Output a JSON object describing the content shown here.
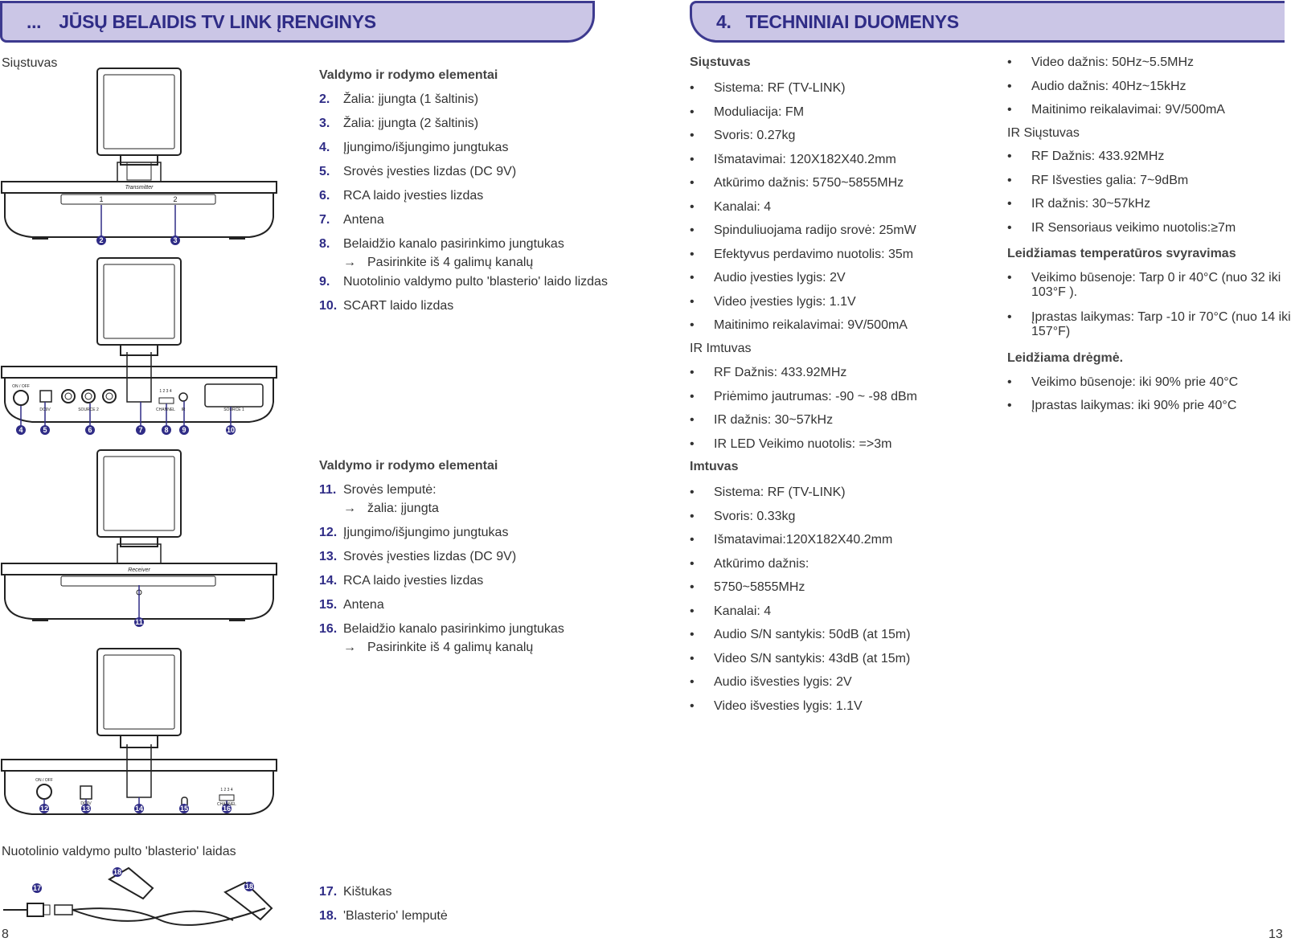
{
  "left_header": {
    "num": "...",
    "title": "JŪSŲ BELAIDIS TV LINK ĮRENGINYS"
  },
  "right_header": {
    "num": "4.",
    "title": "TECHNINIAI DUOMENYS"
  },
  "left": {
    "transmitter_label": "Siųstuvas",
    "section1_title": "Valdymo ir rodymo elementai",
    "section1_items": [
      {
        "n": "2.",
        "t": "Žalia: įjungta (1 šaltinis)"
      },
      {
        "n": "3.",
        "t": "Žalia: įjungta (2 šaltinis)"
      },
      {
        "n": "4.",
        "t": "Įjungimo/išjungimo jungtukas"
      },
      {
        "n": "5.",
        "t": "Srovės įvesties lizdas (DC 9V)"
      },
      {
        "n": "6.",
        "t": "RCA laido įvesties lizdas"
      },
      {
        "n": "7.",
        "t": "Antena"
      },
      {
        "n": "8.",
        "t": "Belaidžio kanalo pasirinkimo jungtukas"
      },
      {
        "n": "9.",
        "t": "Nuotolinio valdymo pulto 'blasterio' laido lizdas"
      },
      {
        "n": "10.",
        "t": "SCART laido lizdas"
      }
    ],
    "section1_sub8": "Pasirinkite iš 4 galimų kanalų",
    "section2_title": "Valdymo ir rodymo elementai",
    "section2_items": [
      {
        "n": "11.",
        "t": "Srovės lemputė:"
      },
      {
        "n": "12.",
        "t": "Įjungimo/išjungimo jungtukas"
      },
      {
        "n": "13.",
        "t": "Srovės įvesties lizdas (DC 9V)"
      },
      {
        "n": "14.",
        "t": "RCA laido įvesties lizdas"
      },
      {
        "n": "15.",
        "t": "Antena"
      },
      {
        "n": "16.",
        "t": "Belaidžio kanalo pasirinkimo jungtukas"
      }
    ],
    "section2_sub11": "žalia: įjungta",
    "section2_sub16": "Pasirinkite iš 4 galimų kanalų",
    "blaster_label": "Nuotolinio valdymo pulto 'blasterio' laidas",
    "section3_items": [
      {
        "n": "17.",
        "t": "Kištukas"
      },
      {
        "n": "18.",
        "t": "'Blasterio' lemputė"
      }
    ],
    "arrow": "→",
    "device_transmitter_text": "Transmitter",
    "device_receiver_text": "Receiver",
    "port_labels": {
      "onoff": "ON / OFF",
      "dc": "DC9V",
      "source2": "SOURCE 2",
      "channel": "CHANNEL",
      "ir": "IR",
      "source1": "SOURCE 1",
      "channel_nums": "1 2 3 4"
    },
    "callouts": [
      "2",
      "3",
      "4",
      "5",
      "6",
      "7",
      "8",
      "9",
      "10",
      "11",
      "12",
      "13",
      "14",
      "15",
      "16",
      "17",
      "18"
    ],
    "page_no": "8"
  },
  "right": {
    "transmitter_title": "Siųstuvas",
    "transmitter_specs": [
      "Sistema: RF (TV-LINK)",
      "Moduliacija: FM",
      "Svoris: 0.27kg",
      "Išmatavimai: 120X182X40.2mm",
      "Atkūrimo dažnis: 5750~5855MHz",
      "Kanalai: 4",
      "Spinduliuojama radijo srovė: 25mW",
      "Efektyvus perdavimo nuotolis: 35m",
      "Audio įvesties lygis: 2V",
      "Video įvesties lygis: 1.1V",
      "Maitinimo reikalavimai: 9V/500mA"
    ],
    "ir_receiver_title": "IR Imtuvas",
    "ir_receiver_specs": [
      "RF Dažnis: 433.92MHz",
      "Priėmimo jautrumas: -90 ~ -98 dBm",
      "IR dažnis: 30~57kHz",
      "IR LED Veikimo nuotolis: =>3m"
    ],
    "receiver_title": "Imtuvas",
    "receiver_specs": [
      "Sistema: RF (TV-LINK)",
      "Svoris: 0.33kg",
      "Išmatavimai:120X182X40.2mm",
      "Atkūrimo dažnis:",
      "5750~5855MHz",
      "Kanalai: 4",
      "Audio S/N santykis: 50dB (at 15m)",
      "Video S/N santykis: 43dB (at 15m)",
      "Audio išvesties lygis: 2V",
      "Video išvesties lygis: 1.1V"
    ],
    "col2_specs": [
      "Video dažnis: 50Hz~5.5MHz",
      "Audio dažnis: 40Hz~15kHz",
      "Maitinimo reikalavimai: 9V/500mA"
    ],
    "ir_transmitter_title": "IR Siųstuvas",
    "ir_transmitter_specs": [
      "RF Dažnis: 433.92MHz",
      "RF Išvesties galia: 7~9dBm",
      "IR dažnis: 30~57kHz",
      "IR Sensoriaus veikimo nuotolis:≥7m"
    ],
    "temp_title": "Leidžiamas temperatūros svyravimas",
    "temp_specs": [
      {
        "l1": "Veikimo būsenoje: Tarp 0 ir 40°C (nuo 32 iki",
        "l2": "103°F )."
      },
      {
        "l1": "Įprastas laikymas: Tarp -10 ir 70°C  (nuo 14 iki",
        "l2": "157°F)"
      }
    ],
    "humidity_title": "Leidžiama drėgmė.",
    "humidity_specs": [
      "Veikimo būsenoje: iki 90% prie 40°C",
      "Įprastas laikymas: iki 90% prie 40°C"
    ],
    "bullet": "•",
    "page_no": "13"
  }
}
